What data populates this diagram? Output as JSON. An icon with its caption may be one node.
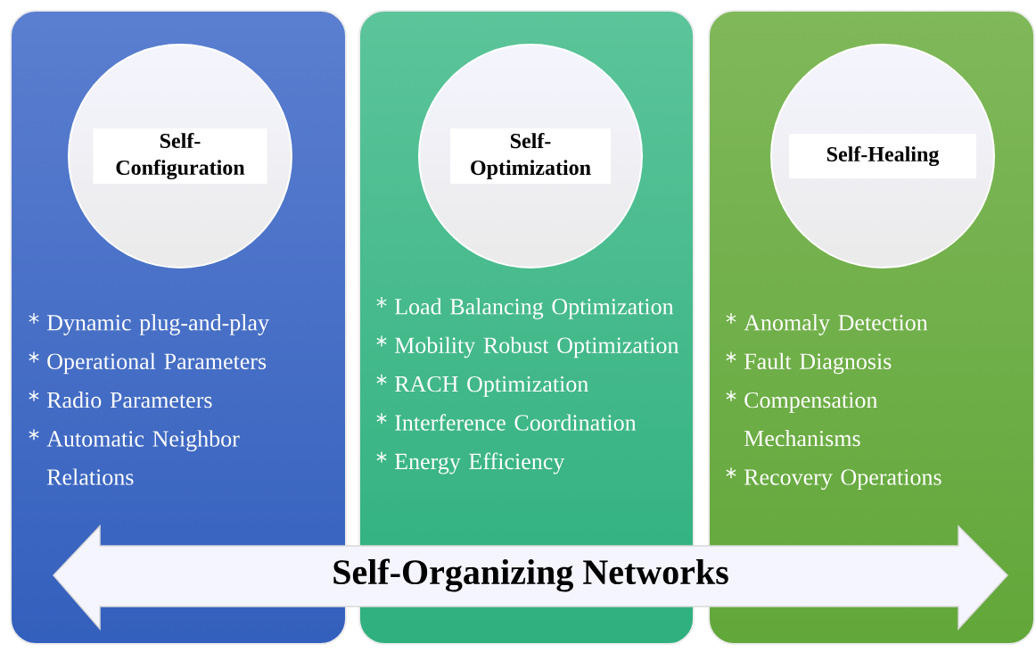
{
  "diagram": {
    "nodes": [
      {
        "text": [
          "Dynamic plug-and-play",
          "Operational Parameters",
          "Radio Parameters",
          "Automatic Neighbor Relations"
        ]
      },
      {
        "text": [
          "Self-Configuration"
        ],
        "in": 0
      },
      {
        "text": [
          "Load Balancing Optimization",
          "Mobility Robust Optimization",
          "RACH Optimization",
          "Interference Coordination",
          "Energy Efficiency"
        ]
      },
      {
        "text": [
          "Self-Optimization"
        ],
        "in": 2
      },
      {
        "text": [
          "Anomaly Detection",
          "Fault Diagnosis",
          "Compensation Mechanisms",
          "Recovery Operations"
        ]
      },
      {
        "text": [
          "Self-Healing"
        ],
        "in": 4
      },
      {
        "text": [
          "Self-Organizing Networks"
        ]
      }
    ]
  }
}
